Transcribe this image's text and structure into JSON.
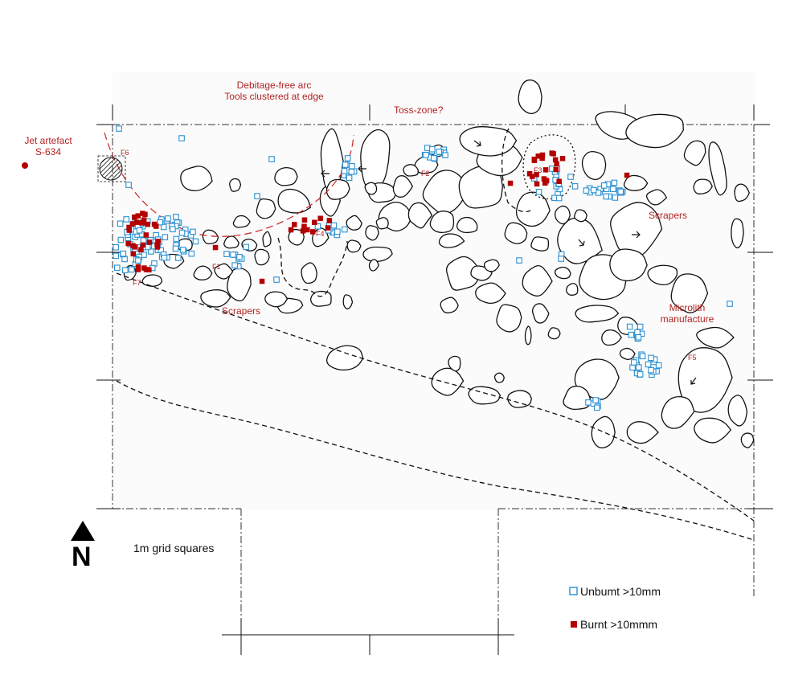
{
  "labels": {
    "debitage_line1": "Debitage-free arc",
    "debitage_line2": "Tools clustered at edge",
    "toss_zone": "Toss-zone?",
    "jet_line1": "Jet artefact",
    "jet_line2": "S-634",
    "scrapers_west": "Scrapers",
    "scrapers_east": "Scrapers",
    "microlith_line1": "Microlith",
    "microlith_line2": "manufacture",
    "grid_note": "1m grid squares",
    "north": "N"
  },
  "features": {
    "f1": "F1",
    "f2": "F2",
    "f3": "F3",
    "f4": "F4",
    "f5": "F5",
    "f6": "F6",
    "f7": "F7"
  },
  "legend": {
    "unburnt": "Unbumt >10mm",
    "burnt": "Burnt >10mmm"
  },
  "colors": {
    "unburnt": "#2a8fd1",
    "burnt": "#b30000",
    "annotation": "#b22222"
  }
}
